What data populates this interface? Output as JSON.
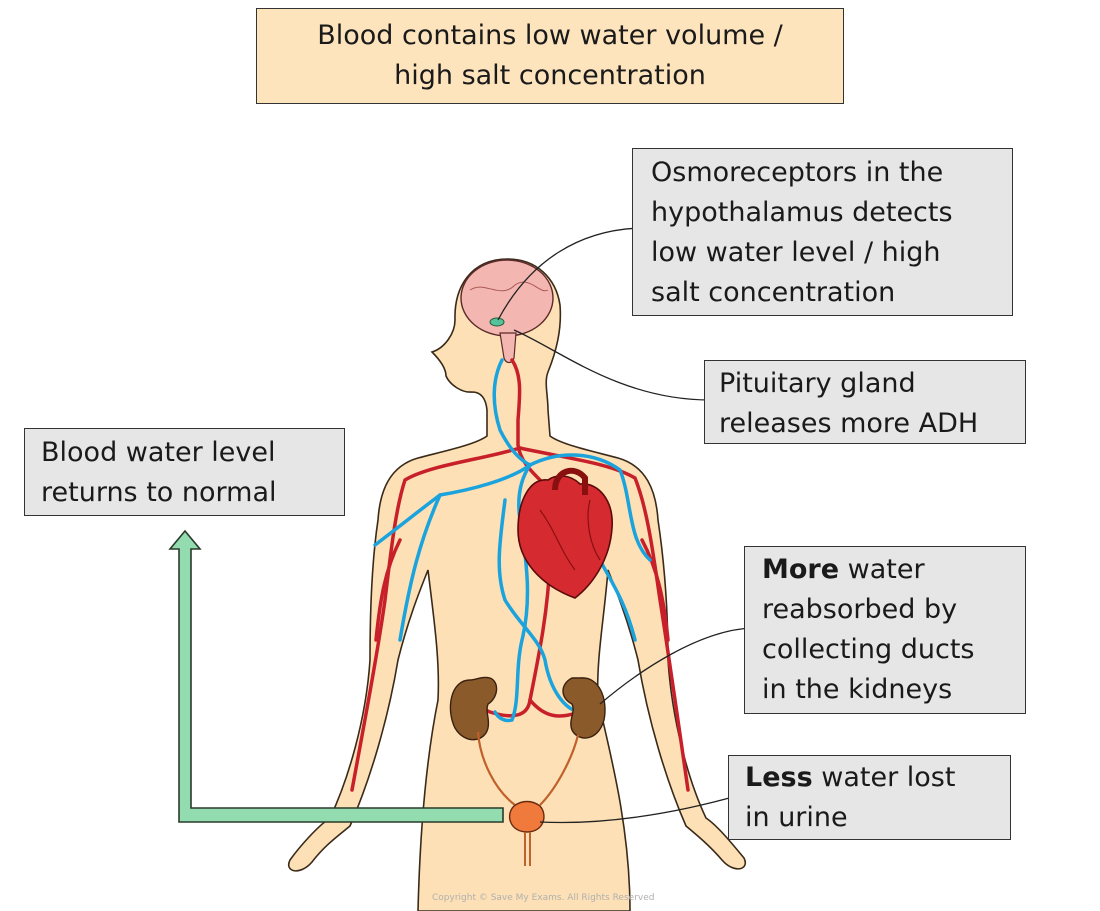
{
  "header_box": {
    "line1": "Blood contains low water volume /",
    "line2": "high salt concentration"
  },
  "osmoreceptors_box": {
    "line1": "Osmoreceptors in the",
    "line2": "hypothalamus detects",
    "line3": "low water level / high",
    "line4": "salt concentration"
  },
  "pituitary_box": {
    "line1": "Pituitary gland",
    "line2": "releases more ADH"
  },
  "return_box": {
    "line1": "Blood water level",
    "line2": "returns to normal"
  },
  "reabsorb_box": {
    "bold": "More",
    "line1_rest": " water",
    "line2": "reabsorbed by",
    "line3": "collecting ducts",
    "line4": "in the kidneys"
  },
  "urine_box": {
    "bold": "Less",
    "line1_rest": " water lost",
    "line2": "in urine"
  },
  "watermark": "Copyright © Save My Exams. All Rights Reserved",
  "colors": {
    "header_fill": "#fde4bd",
    "box_fill": "#e6e6e6",
    "skin": "#fde0b5",
    "brain": "#f4b6b0",
    "artery": "#c8202a",
    "vein": "#1aa3dc",
    "heart": "#d42a30",
    "kidney": "#8b5a2b",
    "bladder": "#f07a3c",
    "arrow": "#93dcb0"
  }
}
